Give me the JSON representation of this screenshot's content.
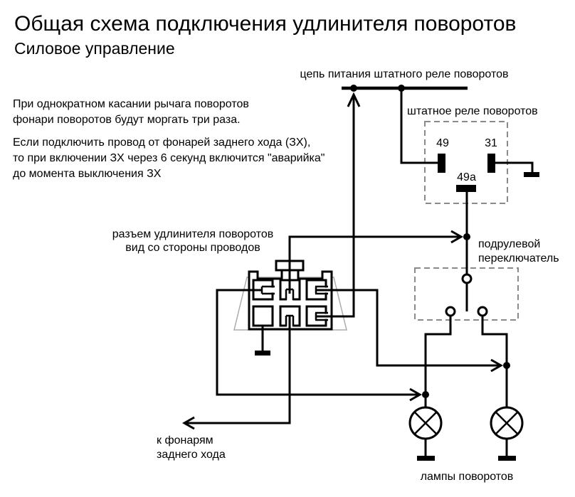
{
  "header": {
    "title": "Общая схема подключения удлинителя поворотов",
    "subtitle": "Силовое управление"
  },
  "notes": {
    "note1": [
      "При однократном касании рычага поворотов",
      "фонари поворотов будут моргать три раза."
    ],
    "note2": [
      "Если подключить провод от фонарей заднего хода (ЗХ),",
      "то при включении ЗХ через 6 секунд включится \"аварийка\"",
      "до момента выключения ЗХ"
    ]
  },
  "labels": {
    "power_circuit": "цепь питания штатного реле поворотов",
    "relay": "штатное реле поворотов",
    "relay_pin_49": "49",
    "relay_pin_31": "31",
    "relay_pin_49a": "49a",
    "column_switch": [
      "подрулевой",
      "переключатель"
    ],
    "connector": [
      "разъем удлинителя поворотов",
      "вид со стороны проводов"
    ],
    "reverse_lamps": [
      "к фонарям",
      "заднего хода"
    ],
    "turn_lamps": "лампы поворотов"
  },
  "colors": {
    "line": "#000000",
    "dashed_box": "#8a8a8a",
    "trapezoid": "#ababab",
    "background": "#ffffff"
  }
}
